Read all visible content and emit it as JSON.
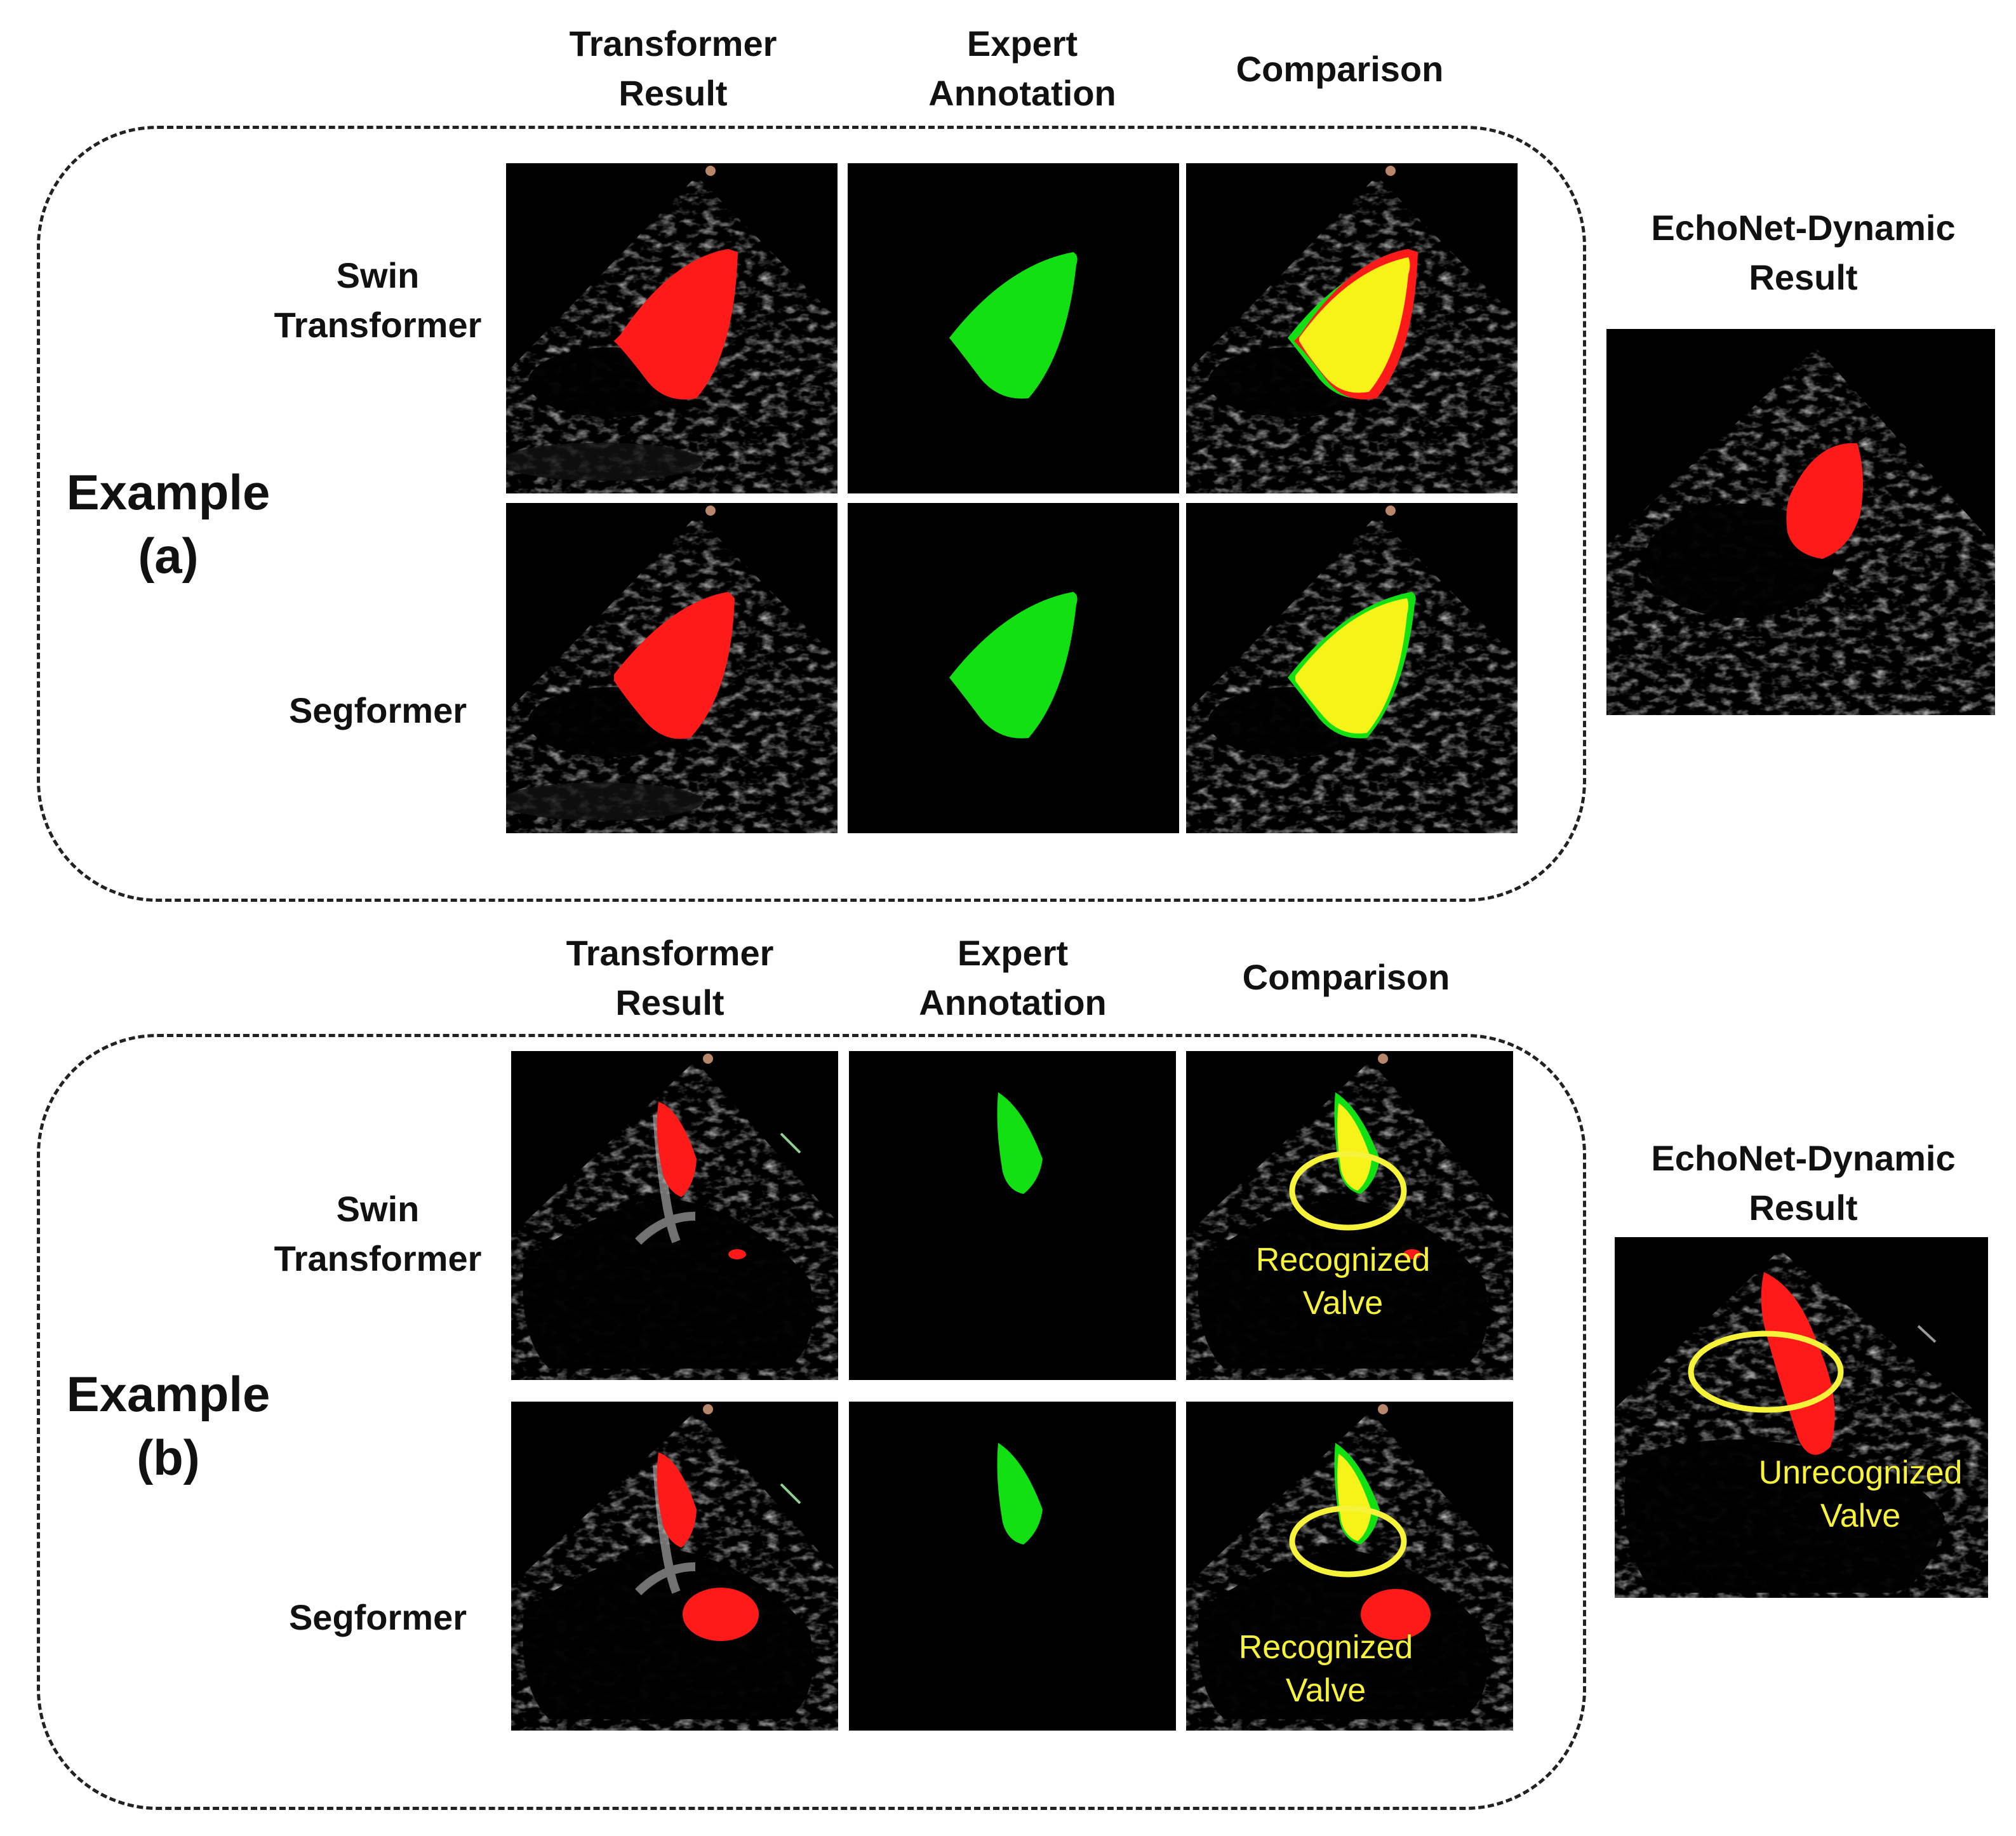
{
  "colors": {
    "prediction": "#ff1a1a",
    "annotation": "#13e013",
    "overlap": "#f7f218",
    "highlight": "#f7f23a",
    "panel_bg": "#000000"
  },
  "examples": [
    {
      "title_line1": "Example",
      "title_line2": "(a)",
      "col_headers": [
        {
          "line1": "Transformer",
          "line2": "Result"
        },
        {
          "line1": "Expert",
          "line2": "Annotation"
        },
        {
          "line1": "Comparison",
          "line2": ""
        }
      ],
      "rows": [
        {
          "line1": "Swin",
          "line2": "Transformer"
        },
        {
          "line1": "Segformer",
          "line2": ""
        }
      ],
      "side": {
        "line1": "EchoNet-Dynamic",
        "line2": "Result"
      }
    },
    {
      "title_line1": "Example",
      "title_line2": "(b)",
      "col_headers": [
        {
          "line1": "Transformer",
          "line2": "Result"
        },
        {
          "line1": "Expert",
          "line2": "Annotation"
        },
        {
          "line1": "Comparison",
          "line2": ""
        }
      ],
      "rows": [
        {
          "line1": "Swin",
          "line2": "Transformer",
          "annotation_line1": "Recognized",
          "annotation_line2": "Valve"
        },
        {
          "line1": "Segformer",
          "line2": "",
          "annotation_line1": "Recognized",
          "annotation_line2": "Valve"
        }
      ],
      "side": {
        "line1": "EchoNet-Dynamic",
        "line2": "Result",
        "annotation_line1": "Unrecognized",
        "annotation_line2": "Valve"
      }
    }
  ]
}
